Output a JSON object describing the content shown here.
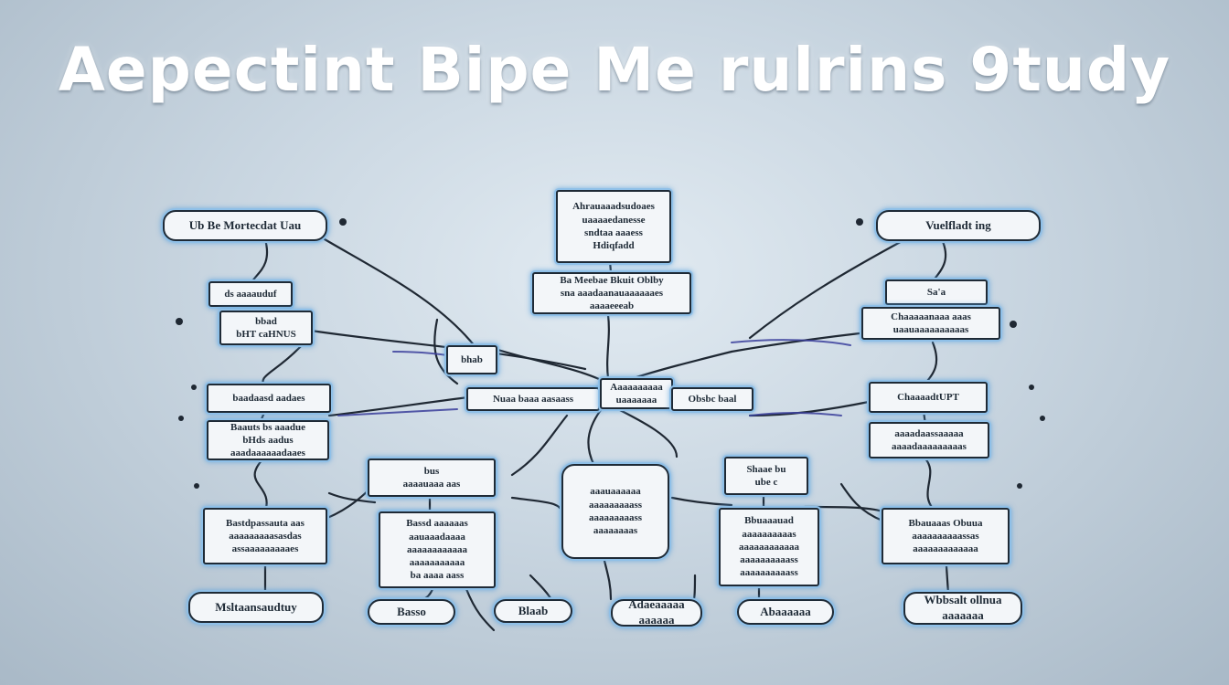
{
  "title": "Aepectint Bipe Me rulrins 9tudy",
  "nodes": {
    "top_left_pill": "Ub Be Mortecdat Uau",
    "top_right_pill": "Vuelfladt ing",
    "top_center": "Ahrauaaadsudoaes\nuaaaaedanesse\nsndtaa aaaess\nHdiqfadd",
    "center_upper": "Ba Meebae Bkuit Oblby\nsna aaadaanauaaaaaaes\naaaaeeeab",
    "left_1": "ds aaaauduf",
    "left_2": "bbad\nbHT caHNUS",
    "left_3": "baadaasd aadaes",
    "left_4": "Baauts bs aaadue\nbHds aadus\naaadaaaaaadaaes",
    "center_left_small": "bhab",
    "center_row_left": "Nuaa baaa aasaass",
    "center_row_mid": "Aaaaaaaaaa\nuaaaaaaa",
    "center_row_right": "Obsbc baal",
    "right_1": "Sa'a",
    "right_2": "Chaaaaanaaa aaas\nuaauaaaaaaaaaas",
    "right_3": "ChaaaadtUPT",
    "right_4": "aaaadaassaaaaa\naaaadaaaaaaaaas",
    "mid_left_box": "bus\naaaauaaa aas",
    "mid_right_box": "Shaae bu\nube c",
    "bottom_center_cloud": "aaauaaaaaa\naaaaaaaaass\naaaaaaaaass\naaaaaaaas",
    "box_left": "Bastdpassauta aas\naaaaaaaaasasdas\nassaaaaaaaaaes",
    "box_center_left": "Bassd aaaaaas\naauaaadaaaa\naaaaaaaaaaaa\naaaaaaaaaaa\nba aaaa aass",
    "box_center_right": "Bbuaaauad\naaaaaaaaaas\naaaaaaaaaaaa\naaaaaaaaaass\naaaaaaaaaass",
    "box_right": "Bbauaaas Obuua\naaaaaaaaaassas\naaaaaaaaaaaaa",
    "bottom_1": "Msltaansaudtuy",
    "bottom_2": "Basso",
    "bottom_3": "Blaab",
    "bottom_4": "Adaeaaaaa\naaaaaa",
    "bottom_5": "Abaaaaaa",
    "bottom_6": "Wbbsalt ollnua\naaaaaaa"
  }
}
